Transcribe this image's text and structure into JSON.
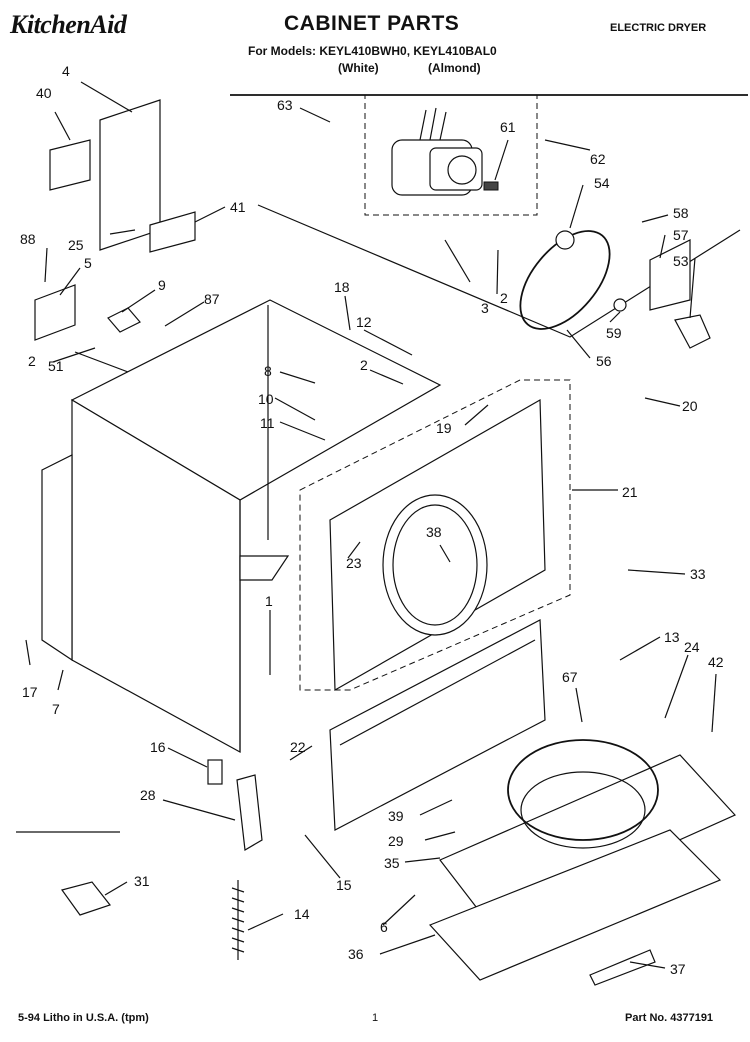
{
  "header": {
    "brand": "KitchenAid",
    "title": "CABINET PARTS",
    "models": "For Models: KEYL410BWH0, KEYL410BAL0",
    "variant_white": "(White)",
    "variant_almond": "(Almond)",
    "category": "ELECTRIC DRYER"
  },
  "footer": {
    "litho": "5-94 Litho in U.S.A. (tpm)",
    "page": "1",
    "part_no": "Part No. 4377191"
  },
  "callouts": [
    "4",
    "40",
    "63",
    "61",
    "62",
    "54",
    "58",
    "57",
    "53",
    "41",
    "88",
    "25",
    "5",
    "9",
    "87",
    "18",
    "12",
    "2",
    "2",
    "3",
    "2",
    "59",
    "56",
    "51",
    "8",
    "10",
    "11",
    "19",
    "20",
    "21",
    "38",
    "23",
    "33",
    "1",
    "13",
    "24",
    "42",
    "67",
    "17",
    "7",
    "16",
    "22",
    "28",
    "39",
    "29",
    "35",
    "15",
    "31",
    "14",
    "6",
    "36",
    "37"
  ]
}
